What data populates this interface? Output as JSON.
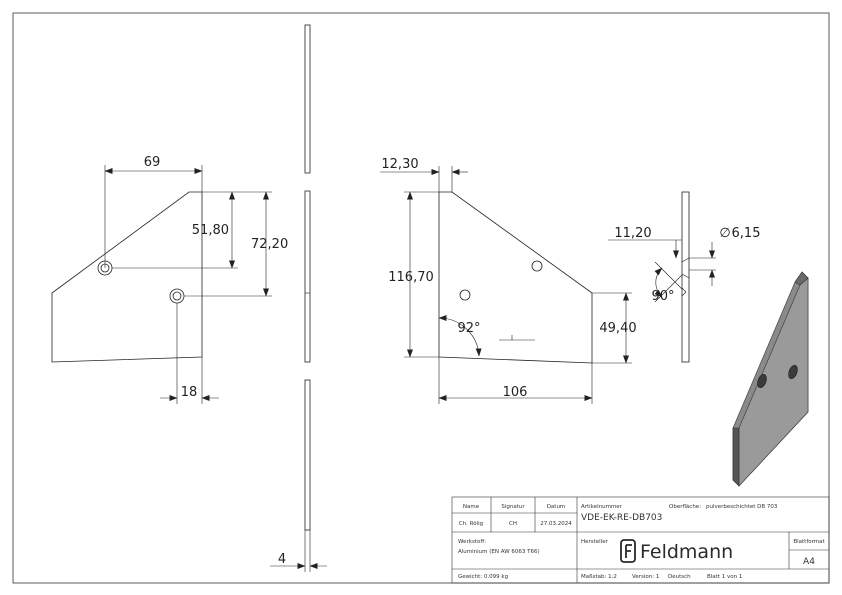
{
  "drawing": {
    "front_view": {
      "dim_width_top": "69",
      "dim_hole1_height": "51,80",
      "dim_total_height": "72,20",
      "dim_hole2_offset": "18"
    },
    "edge_view": {
      "dim_thickness": "4"
    },
    "side_view": {
      "dim_chamfer_top": "12,30",
      "dim_height": "116,70",
      "dim_right_height": "49,40",
      "dim_width": "106",
      "dim_angle": "92°"
    },
    "detail_view": {
      "dim_countersink_depth": "11,20",
      "dim_hole_diameter": "6,15",
      "diameter_symbol": "∅",
      "dim_countersink_angle": "90°"
    }
  },
  "title_block": {
    "headers": {
      "name": "Name",
      "signature": "Signatur",
      "date": "Datum"
    },
    "row": {
      "name": "Ch. Rölig",
      "signature": "CH",
      "date": "27.03.2024"
    },
    "article_label": "Artikelnummer",
    "article_number": "VDE-EK-RE-DB703",
    "surface_label": "Oberfläche:",
    "surface_value": "pulverbeschichtet DB 703",
    "material_label": "Werkstoff:",
    "material_value": "Aluminium (EN AW 6063 T66)",
    "manufacturer_label": "Hersteller",
    "logo_text": "Feldmann",
    "format_label": "Blattformat",
    "format_value": "A4",
    "weight": "Gewicht: 0.099 kg",
    "scale": "Maßstab: 1:2",
    "version": "Version: 1",
    "language": "Deutsch",
    "sheet": "Blatt 1 von 1"
  },
  "colors": {
    "line": "#222222",
    "part_shade": "#8a8a8a",
    "part_dark": "#555555",
    "hole": "#3a3a3a"
  }
}
